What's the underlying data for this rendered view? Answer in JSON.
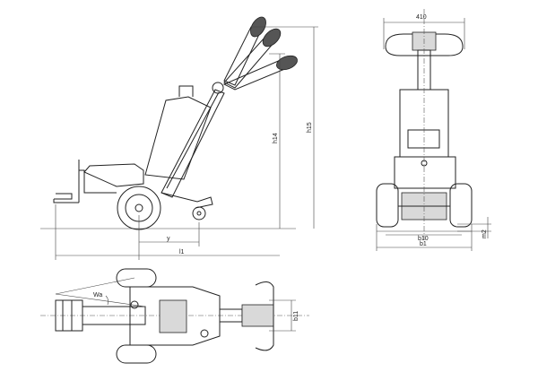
{
  "dimensions": {
    "h15": "h15",
    "h14": "h14",
    "l1": "l1",
    "y": "y",
    "width_410": "410",
    "b10": "b10",
    "b1": "b1",
    "m2": "m2",
    "b11": "b11",
    "wa": "Wa"
  }
}
